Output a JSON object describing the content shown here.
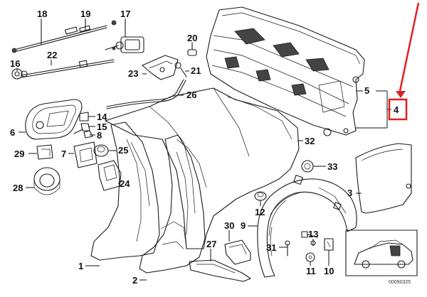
{
  "diagram": {
    "callouts": {
      "c1": "1",
      "c2": "2",
      "c3": "3",
      "c4": "4",
      "c5": "5",
      "c6": "6",
      "c7": "7",
      "c8": "8",
      "c9": "9",
      "c10": "10",
      "c11": "11",
      "c12": "12",
      "c13": "13",
      "c14": "14",
      "c15": "15",
      "c16": "16",
      "c17": "17",
      "c18": "18",
      "c19": "19",
      "c20": "20",
      "c21": "21",
      "c22": "22",
      "c23": "23",
      "c24": "24",
      "c25": "25",
      "c26": "26",
      "c27": "27",
      "c28": "28",
      "c29": "29",
      "c30": "30",
      "c31": "31",
      "c32": "32",
      "c33": "33"
    },
    "highlight": {
      "callout": "4",
      "color": "#e02020"
    },
    "reference_code": "00090325"
  }
}
